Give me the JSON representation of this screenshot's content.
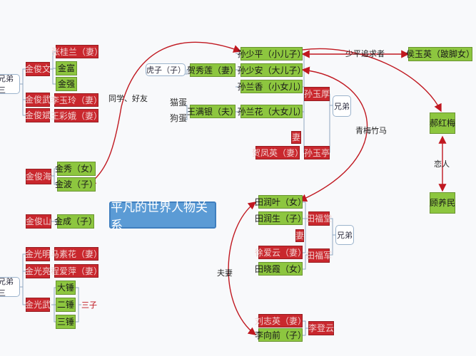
{
  "title": "平凡的世界人物关系",
  "nodes": {
    "sunshaoping": "孙少平（小儿子）",
    "sunshaoan": "孙少安（大儿子）",
    "sunlanxiang": "孙兰香（小女儿）",
    "sunlanhua": "孙兰花（大女儿）",
    "heshulian": "贺秀莲（妻）",
    "wangmanyin": "王满银（夫）",
    "sunyuhou": "孙玉厚",
    "sunyuting": "孙玉亭",
    "qi": "妻",
    "hefengying": "贺凤英（妻）",
    "houyuying": "侯玉英（跛脚女）",
    "haohongmei": "郝红梅",
    "guyangmin": "顾养民",
    "tianrunye": "田润叶（女）",
    "tianrunsheng": "田润生（子）",
    "tianfutang": "田福堂",
    "tianfujun": "田福军",
    "xuaiyun": "徐爱云（妻）",
    "tianxiaoxia": "田晓霞（女）",
    "qi2": "妻",
    "liuzhiying": "刘志英（妻）",
    "lixiangqian": "李向前（子）",
    "lidengyun": "李登云",
    "jinjunwen": "金俊文",
    "zhangguilan": "张桂兰（妻）",
    "jinfu": "金富",
    "jinqiang": "金强",
    "jinjunwu": "金俊武",
    "lixiuling": "李玉玲（妻）",
    "jinjunbin": "金俊斌",
    "wangcaie": "王彩娥（妻）",
    "jinjunhai": "金俊海",
    "jinxiu": "金秀（女）",
    "jinbo": "金波（子）",
    "jinjunshan": "金俊山",
    "jincheng": "金成（子）",
    "jinguangming": "金光明",
    "maishuhua": "马素花（妻）",
    "jinguangliang": "金光亮",
    "chengaiping": "程爱萍（妻）",
    "jinguangwu": "金光武",
    "dachui": "大锤",
    "erchui": "二锤",
    "sanchui": "三锤"
  },
  "labels": {
    "hu_zi": "虎子（子）",
    "maodan": "猫蛋",
    "goudan": "狗蛋",
    "xiongdi_sun": "兄弟",
    "xiongdi_tian": "兄弟",
    "xiongdi_jin1": "兄弟三",
    "xiongdi_jin2": "兄弟三",
    "sanzi": "三子",
    "tongxue": "同学、好友",
    "shaoping_zhui": "少平追求者",
    "qingmei": "青梅竹马",
    "lianren": "恋人",
    "fuqi": "夫妻"
  },
  "colors": {
    "male": "#8dc63f",
    "female": "#c9272d",
    "arrow": "#c01820",
    "title": "#5b9bd5"
  }
}
